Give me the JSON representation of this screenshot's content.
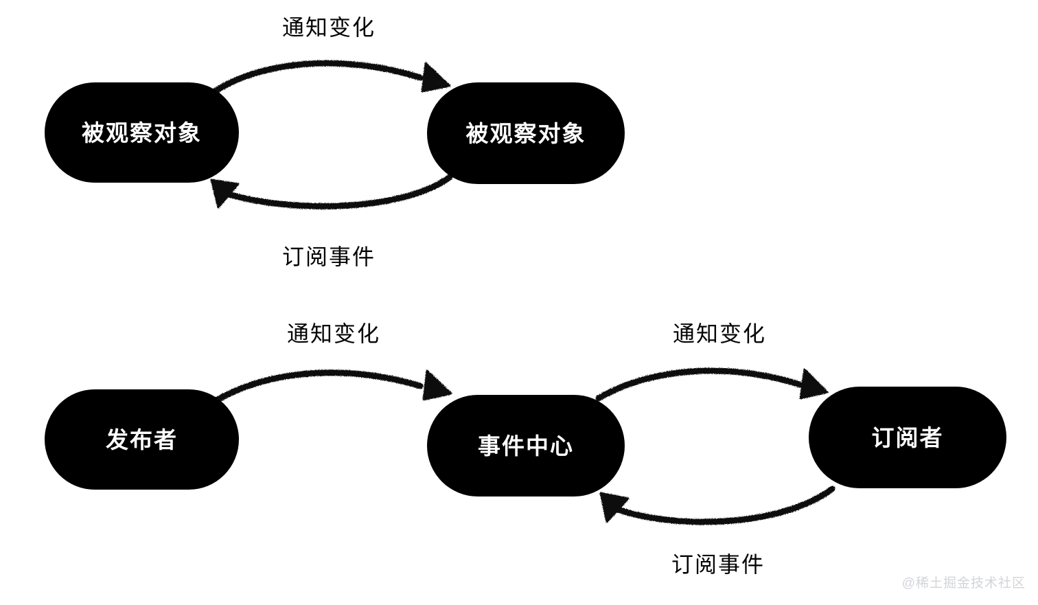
{
  "diagram": {
    "title": "Observer and Publish-Subscribe pattern diagram",
    "background_color": "#ffffff",
    "node_fill_color": "#000000",
    "node_text_color": "#ffffff",
    "edge_color": "#0a0a0a",
    "watermark": "@稀土掘金技术社区"
  },
  "sections": [
    {
      "id": "observer-pattern",
      "nodes": [
        {
          "id": "observer-subject-left",
          "label": "被观察对象"
        },
        {
          "id": "observer-subject-right",
          "label": "被观察对象"
        }
      ],
      "edges": [
        {
          "id": "observer-notify",
          "label": "通知变化",
          "from": "observer-subject-left",
          "to": "observer-subject-right",
          "direction": "left-to-right",
          "curve": "arc-up"
        },
        {
          "id": "observer-subscribe",
          "label": "订阅事件",
          "from": "observer-subject-right",
          "to": "observer-subject-left",
          "direction": "right-to-left",
          "curve": "arc-down"
        }
      ]
    },
    {
      "id": "pubsub-pattern",
      "nodes": [
        {
          "id": "publisher",
          "label": "发布者"
        },
        {
          "id": "event-center",
          "label": "事件中心"
        },
        {
          "id": "subscriber",
          "label": "订阅者"
        }
      ],
      "edges": [
        {
          "id": "pub-notify",
          "label": "通知变化",
          "from": "publisher",
          "to": "event-center",
          "direction": "left-to-right",
          "curve": "arc-up"
        },
        {
          "id": "center-notify",
          "label": "通知变化",
          "from": "event-center",
          "to": "subscriber",
          "direction": "left-to-right",
          "curve": "arc-up"
        },
        {
          "id": "sub-subscribe",
          "label": "订阅事件",
          "from": "subscriber",
          "to": "event-center",
          "direction": "right-to-left",
          "curve": "arc-down"
        }
      ]
    }
  ]
}
